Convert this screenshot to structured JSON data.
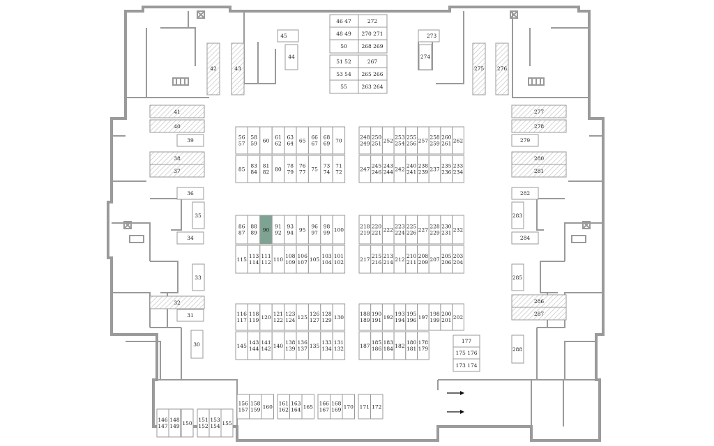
{
  "selected_spot": "90",
  "colors": {
    "wall": "#9a9a9a",
    "selected": "#7fa393",
    "background": "#ffffff"
  },
  "labels": {
    "t46": "46 47",
    "t48": "48 49",
    "t50": "50",
    "t51": "51 52",
    "t53": "53 54",
    "t55": "55",
    "t272": "272",
    "t270": "270 271",
    "t268": "268 269",
    "t267": "267",
    "t265": "265 266",
    "t263": "263 264",
    "t45": "45",
    "t44": "44",
    "t42": "42",
    "t43": "43",
    "t273": "273",
    "t274": "274",
    "t275": "275",
    "t276": "276",
    "t41": "41",
    "t40": "40",
    "t39": "39",
    "t38": "38",
    "t37": "37",
    "t36": "36",
    "t35": "35",
    "t34": "34",
    "t33": "33",
    "t32": "32",
    "t31": "31",
    "t30": "30",
    "t277": "277",
    "t278": "278",
    "t279": "279",
    "t280": "280",
    "t281": "281",
    "t282": "282",
    "t283": "283",
    "t284": "284",
    "t285": "285",
    "t286": "286",
    "t287": "287",
    "t288": "288",
    "t177": "177",
    "t175": "175 176",
    "t173": "173 174",
    "r1": [
      [
        "56",
        "57"
      ],
      [
        "58",
        "59"
      ],
      [
        "60"
      ],
      [
        "61",
        "62"
      ],
      [
        "63",
        "64"
      ],
      [
        "65"
      ],
      [
        "66",
        "67"
      ],
      [
        "68",
        "69"
      ],
      [
        "70"
      ],
      [
        "248",
        "249"
      ],
      [
        "250",
        "251"
      ],
      [
        "252"
      ],
      [
        "253",
        "254"
      ],
      [
        "255",
        "256"
      ],
      [
        "257"
      ],
      [
        "258",
        "259"
      ],
      [
        "260",
        "261"
      ],
      [
        "262"
      ]
    ],
    "r2": [
      [
        "85"
      ],
      [
        "83",
        "84"
      ],
      [
        "81",
        "82"
      ],
      [
        "80"
      ],
      [
        "78",
        "79"
      ],
      [
        "76",
        "77"
      ],
      [
        "75"
      ],
      [
        "73",
        "74"
      ],
      [
        "71",
        "72"
      ],
      [
        "247"
      ],
      [
        "245",
        "246"
      ],
      [
        "243",
        "244"
      ],
      [
        "242"
      ],
      [
        "240",
        "241"
      ],
      [
        "238",
        "239"
      ],
      [
        "237"
      ],
      [
        "235",
        "236"
      ],
      [
        "233",
        "234"
      ]
    ],
    "r3": [
      [
        "86",
        "87"
      ],
      [
        "88",
        "89"
      ],
      [
        "90"
      ],
      [
        "91",
        "92"
      ],
      [
        "93",
        "94"
      ],
      [
        "95"
      ],
      [
        "96",
        "97"
      ],
      [
        "98",
        "99"
      ],
      [
        "100"
      ],
      [
        "218",
        "219"
      ],
      [
        "220",
        "221"
      ],
      [
        "222"
      ],
      [
        "223",
        "224"
      ],
      [
        "225",
        "226"
      ],
      [
        "227"
      ],
      [
        "228",
        "229"
      ],
      [
        "230",
        "231"
      ],
      [
        "232"
      ]
    ],
    "r4": [
      [
        "115"
      ],
      [
        "113",
        "114"
      ],
      [
        "111",
        "112"
      ],
      [
        "110"
      ],
      [
        "108",
        "109"
      ],
      [
        "106",
        "107"
      ],
      [
        "105"
      ],
      [
        "103",
        "104"
      ],
      [
        "101",
        "102"
      ],
      [
        "217"
      ],
      [
        "215",
        "216"
      ],
      [
        "213",
        "214"
      ],
      [
        "212"
      ],
      [
        "210",
        "211"
      ],
      [
        "208",
        "209"
      ],
      [
        "207"
      ],
      [
        "205",
        "206"
      ],
      [
        "203",
        "204"
      ]
    ],
    "r5": [
      [
        "116",
        "117"
      ],
      [
        "118",
        "119"
      ],
      [
        "120"
      ],
      [
        "121",
        "122"
      ],
      [
        "123",
        "124"
      ],
      [
        "125"
      ],
      [
        "126",
        "127"
      ],
      [
        "128",
        "129"
      ],
      [
        "130"
      ],
      [
        "188",
        "189"
      ],
      [
        "190",
        "191"
      ],
      [
        "192"
      ],
      [
        "193",
        "194"
      ],
      [
        "195",
        "196"
      ],
      [
        "197"
      ],
      [
        "198",
        "199"
      ],
      [
        "200",
        "201"
      ],
      [
        "202"
      ]
    ],
    "r6": [
      [
        "145"
      ],
      [
        "143",
        "144"
      ],
      [
        "141",
        "142"
      ],
      [
        "140"
      ],
      [
        "138",
        "139"
      ],
      [
        "136",
        "137"
      ],
      [
        "135"
      ],
      [
        "133",
        "134"
      ],
      [
        "131",
        "132"
      ],
      [
        "187"
      ],
      [
        "185",
        "186"
      ],
      [
        "183",
        "184"
      ],
      [
        "182"
      ],
      [
        "180",
        "181"
      ],
      [
        "178",
        "179"
      ]
    ],
    "r7": [
      [
        "156",
        "157"
      ],
      [
        "158",
        "159"
      ],
      [
        "160"
      ],
      [
        "161",
        "162"
      ],
      [
        "163",
        "164"
      ],
      [
        "165"
      ],
      [
        "166",
        "167"
      ],
      [
        "168",
        "169"
      ],
      [
        "170"
      ],
      [
        "171"
      ],
      [
        "172"
      ]
    ],
    "r8": [
      [
        "146",
        "147"
      ],
      [
        "148",
        "149"
      ],
      [
        "150"
      ],
      [
        "151",
        "152"
      ],
      [
        "153",
        "154"
      ],
      [
        "155"
      ]
    ]
  }
}
